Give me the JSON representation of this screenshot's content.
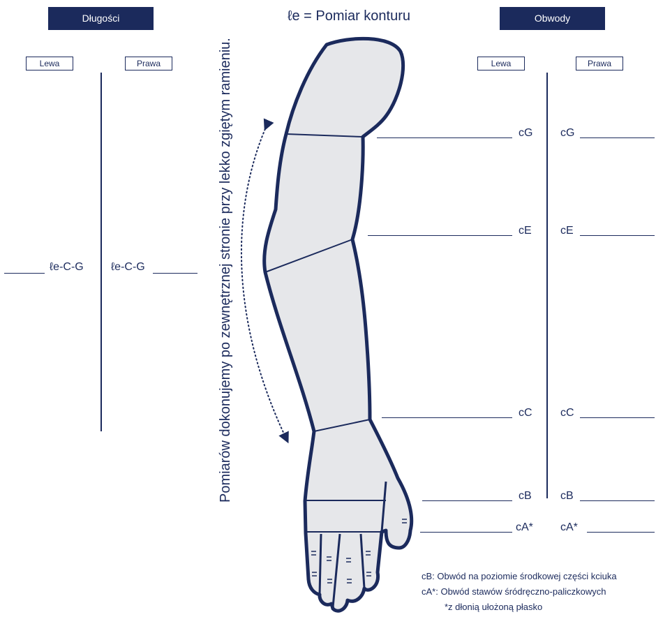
{
  "header": {
    "lengths_label": "Długości",
    "title": "ℓe = Pomiar konturu",
    "circumferences_label": "Obwody"
  },
  "lengths": {
    "left_label": "Lewa",
    "right_label": "Prawa",
    "left_measure": "ℓe-C-G",
    "right_measure": "ℓe-C-G"
  },
  "circumferences": {
    "left_label": "Lewa",
    "right_label": "Prawa",
    "points": [
      "cG",
      "cE",
      "cC",
      "cB",
      "cA*"
    ]
  },
  "instruction": "Pomiarów dokonujemy po zewnętrznej stronie przy lekko zgiętym ramieniu.",
  "notes": {
    "cb": "cB:   Obwód na poziomie środkowej części kciuka",
    "ca": "cA*:  Obwód stawów śródręczno-paliczkowych",
    "flat": "*z dłonią ułożoną płasko"
  },
  "colors": {
    "navy": "#1b2a5c",
    "arm_fill": "#e6e7ea",
    "background": "#ffffff"
  }
}
